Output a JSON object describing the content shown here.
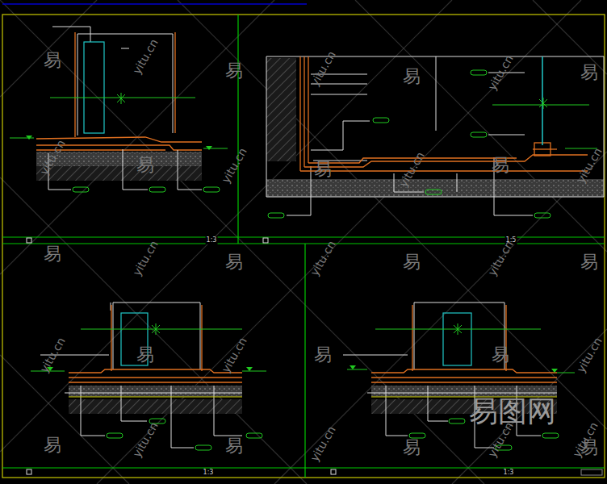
{
  "diagram": {
    "labels": [
      "1:3",
      "1:5",
      "1:3",
      "1:3",
      "易",
      "易",
      "易",
      "易",
      "易",
      "易",
      "易",
      "易",
      "易",
      "易",
      "易",
      "易",
      "易",
      "易",
      "易",
      "易",
      "易",
      "易",
      "yitu.cn",
      "yitu.cn",
      "yitu.cn",
      "yitu.cn",
      "yitu.cn",
      "yitu.cn",
      "yitu.cn",
      "yitu.cn",
      "yitu.cn",
      "yitu.cn",
      "yitu.cn",
      "yitu.cn",
      "yitu.cn",
      "yitu.cn",
      "yitu.cn",
      "yitu.cn",
      "yitu.cn",
      "易图网"
    ]
  }
}
